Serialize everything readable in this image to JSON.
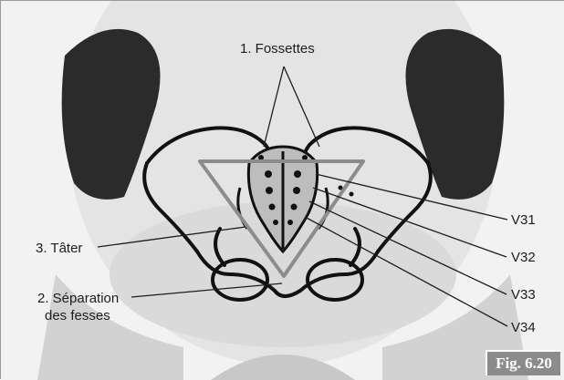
{
  "labels": {
    "fossettes": "1. Fossettes",
    "tater": "3. Tâter",
    "separation_line1": "2. Séparation",
    "separation_line2": "des fesses",
    "v31": "V31",
    "v32": "V32",
    "v33": "V33",
    "v34": "V34"
  },
  "figure": {
    "caption": "Fig. 6.20"
  },
  "colors": {
    "background": "#ffffff",
    "torso": "#e6e6e6",
    "clothing": "#2b2b2b",
    "pelvis_outline": "#111111",
    "triangle": "#8c8c8c",
    "figure_badge": "#8b8b8b"
  },
  "icons": [
    "pelvis-outline",
    "sacrum-triangle"
  ]
}
